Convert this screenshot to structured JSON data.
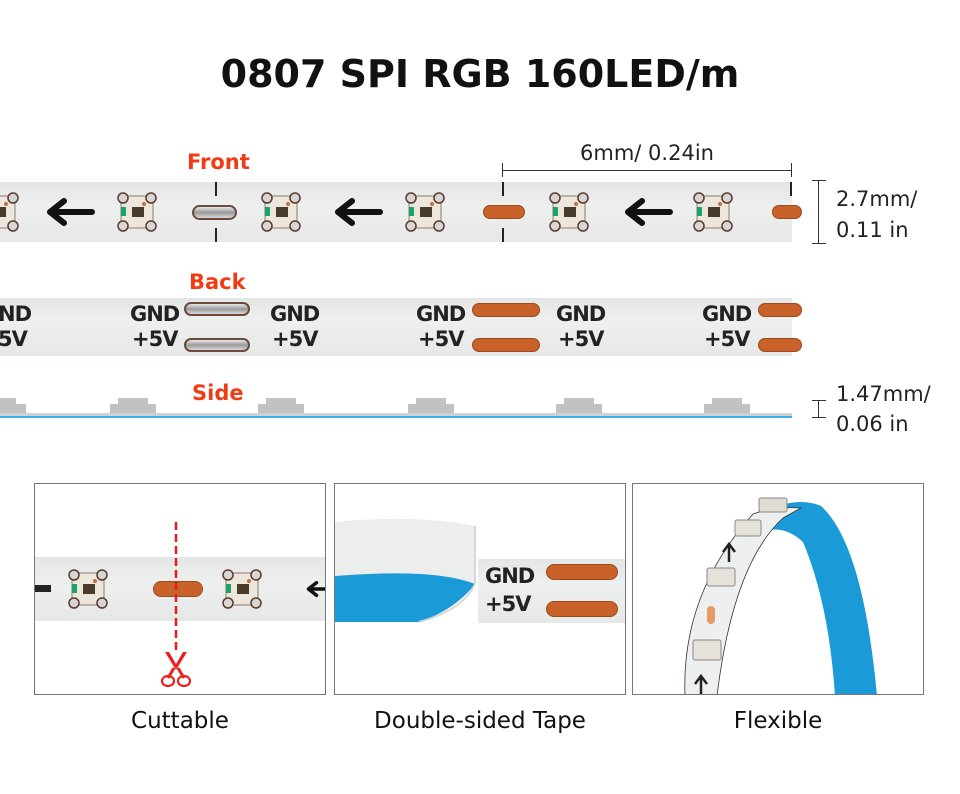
{
  "title": "0807 SPI RGB 160LED/m",
  "sections": {
    "front": {
      "label": "Front"
    },
    "back": {
      "label": "Back"
    },
    "side": {
      "label": "Side"
    }
  },
  "dimensions": {
    "pitch": "6mm/ 0.24in",
    "width_line1": "2.7mm/",
    "width_line2": "0.11 in",
    "height_line1": "1.47mm/",
    "height_line2": "0.06 in"
  },
  "back_markings": {
    "gnd": "GND",
    "vcc": "+5V",
    "gnd_partial": "ND",
    "vcc_partial": "5V"
  },
  "features": [
    {
      "caption": "Cuttable",
      "icon": "scissors-icon"
    },
    {
      "caption": "Double-sided Tape",
      "icon": "tape-icon"
    },
    {
      "caption": "Flexible",
      "icon": "flex-strip-icon"
    }
  ],
  "colors": {
    "accent_label": "#f03c14",
    "copper_pad": "#c8612a",
    "tape_blue": "#1a9ad6",
    "led_green": "#1aa36a",
    "cut_line": "#e02020"
  }
}
